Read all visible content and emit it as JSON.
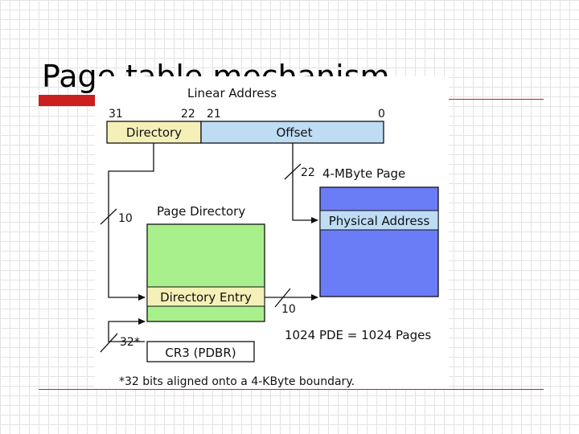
{
  "slide": {
    "title": "Page table mechanism"
  },
  "diagram": {
    "linear_address_label": "Linear Address",
    "bit_labels": {
      "b31": "31",
      "b22": "22",
      "b21": "21",
      "b0": "0"
    },
    "directory_field": "Directory",
    "offset_field": "Offset",
    "offset_width": "22",
    "page_size_label": "4-MByte Page",
    "physical_address": "Physical Address",
    "directory_width": "10",
    "page_directory_label": "Page Directory",
    "directory_entry": "Directory Entry",
    "entry_width": "10",
    "cr3_width": "32*",
    "cr3_register": "CR3 (PDBR)",
    "pde_count": "1024 PDE = 1024 Pages",
    "footnote": "*32 bits aligned onto a 4-KByte boundary.",
    "colors": {
      "directory_field": "#f5f0b8",
      "offset_field": "#bfdcf5",
      "page_directory": "#a8f08c",
      "directory_entry": "#f5f0b8",
      "page": "#6b7cf7",
      "physical_address": "#bfdcf5",
      "title_accent": "#cc1f1f"
    }
  }
}
